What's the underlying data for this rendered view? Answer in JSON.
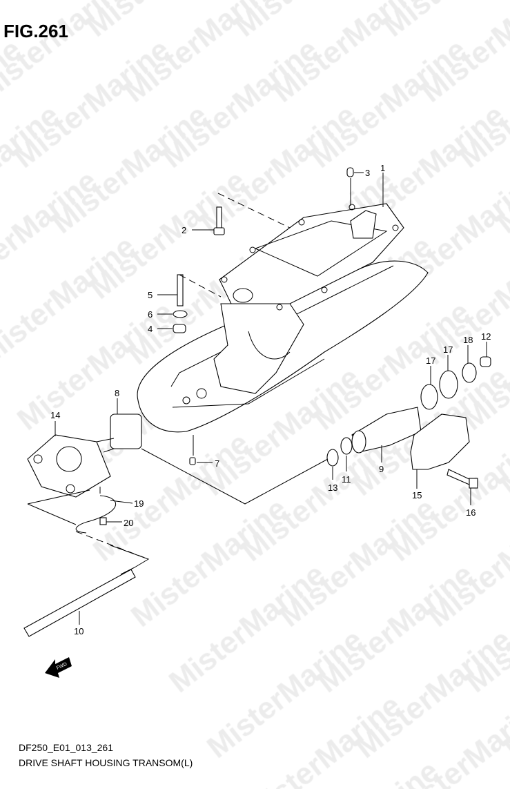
{
  "figure": {
    "title": "FIG.261",
    "code": "DF250_E01_013_261",
    "description": "DRIVE SHAFT HOUSING TRANSOM(L)"
  },
  "watermark": "MisterMarine",
  "fwd_label": "FWD",
  "callouts": [
    "1",
    "2",
    "3",
    "4",
    "5",
    "6",
    "7",
    "8",
    "9",
    "10",
    "11",
    "12",
    "13",
    "14",
    "15",
    "16",
    "17",
    "17",
    "18",
    "19",
    "20"
  ]
}
